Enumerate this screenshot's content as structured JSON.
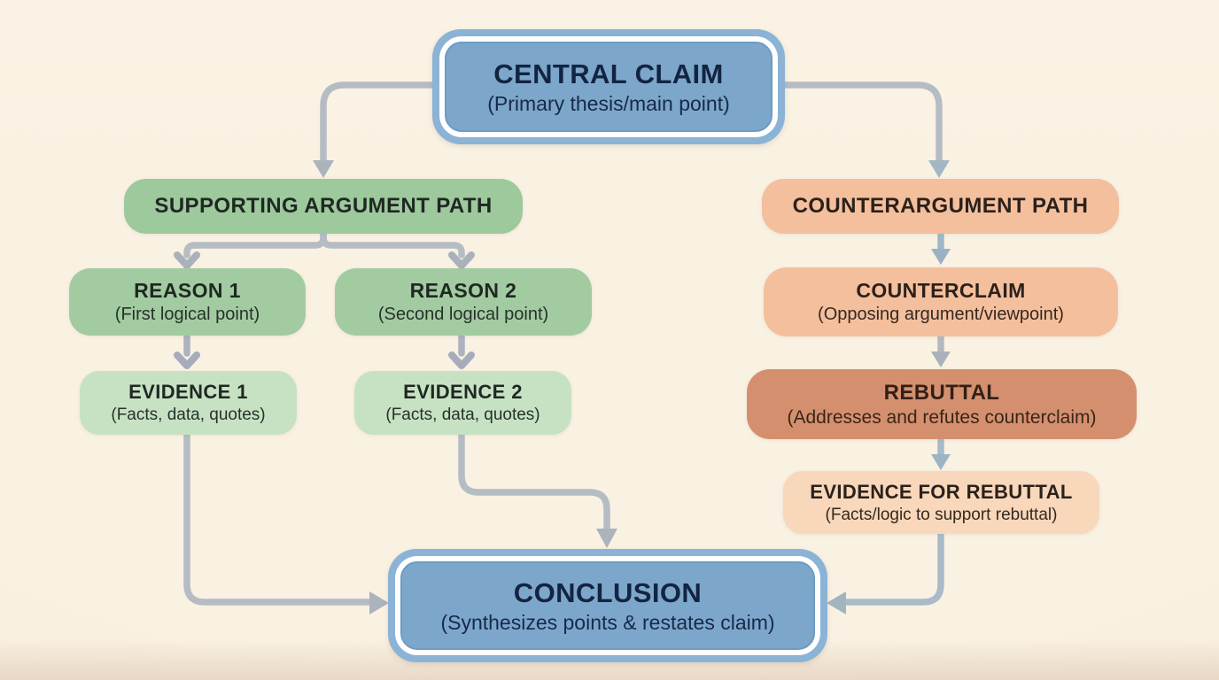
{
  "diagram": {
    "type": "argument-structure-flowchart",
    "nodes": {
      "central_claim": {
        "title": "CENTRAL CLAIM",
        "subtitle": "(Primary thesis/main point)"
      },
      "supporting_path": {
        "title": "SUPPORTING ARGUMENT PATH"
      },
      "counter_path": {
        "title": "COUNTERARGUMENT PATH"
      },
      "reason1": {
        "title": "REASON 1",
        "subtitle": "(First logical point)"
      },
      "reason2": {
        "title": "REASON 2",
        "subtitle": "(Second logical point)"
      },
      "evidence1": {
        "title": "EVIDENCE 1",
        "subtitle": "(Facts, data, quotes)"
      },
      "evidence2": {
        "title": "EVIDENCE 2",
        "subtitle": "(Facts, data, quotes)"
      },
      "counterclaim": {
        "title": "COUNTERCLAIM",
        "subtitle": "(Opposing argument/viewpoint)"
      },
      "rebuttal": {
        "title": "REBUTTAL",
        "subtitle": "(Addresses and refutes counterclaim)"
      },
      "evidence_rebuttal": {
        "title": "EVIDENCE FOR REBUTTAL",
        "subtitle": "(Facts/logic to support rebuttal)"
      },
      "conclusion": {
        "title": "CONCLUSION",
        "subtitle": "(Synthesizes points & restates claim)"
      }
    },
    "edges": [
      {
        "from": "central_claim",
        "to": "supporting_path"
      },
      {
        "from": "central_claim",
        "to": "counter_path"
      },
      {
        "from": "supporting_path",
        "to": "reason1"
      },
      {
        "from": "supporting_path",
        "to": "reason2"
      },
      {
        "from": "reason1",
        "to": "evidence1"
      },
      {
        "from": "reason2",
        "to": "evidence2"
      },
      {
        "from": "counter_path",
        "to": "counterclaim"
      },
      {
        "from": "counterclaim",
        "to": "rebuttal"
      },
      {
        "from": "rebuttal",
        "to": "evidence_rebuttal"
      },
      {
        "from": "evidence1",
        "to": "conclusion"
      },
      {
        "from": "evidence2",
        "to": "conclusion"
      },
      {
        "from": "evidence_rebuttal",
        "to": "conclusion"
      }
    ],
    "colors": {
      "background": "#f8efe0",
      "blue_box_fill": "#7ca7cb",
      "blue_box_ring": "#8bb3d5",
      "green_path": "#9dc99c",
      "green_reason": "#a3cba1",
      "green_evidence": "#c7e2c3",
      "peach_path": "#f4bf9c",
      "peach_counterclaim": "#f4bf9d",
      "terracotta_rebuttal": "#d4906e",
      "peach_evidence": "#f8d7ba",
      "connector_gray": "#b5bcc4",
      "connector_blue": "#a6bac9",
      "navy_text": "#132441",
      "dark_text": "#1f2822"
    }
  }
}
